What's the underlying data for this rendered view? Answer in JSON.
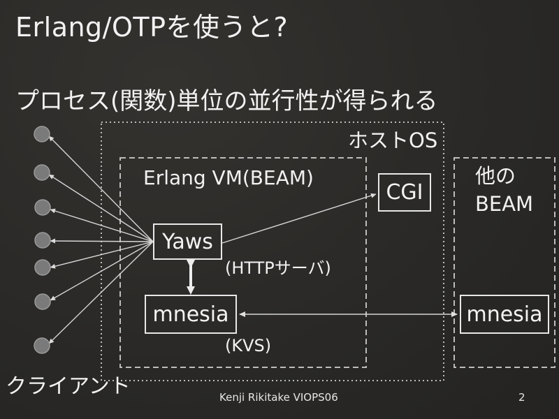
{
  "slide": {
    "title": "Erlang/OTPを使うと?",
    "subtitle": "プロセス(関数)単位の並行性が得られる",
    "footer": "Kenji Rikitake VIOPS06",
    "page_number": "2"
  },
  "diagram": {
    "host_os_label": "ホストOS",
    "erlang_vm_label": "Erlang VM(BEAM)",
    "other_beam_label_line1": "他の",
    "other_beam_label_line2": "BEAM",
    "cgi_label": "CGI",
    "yaws_label": "Yaws",
    "http_server_label": "(HTTPサーバ)",
    "mnesia_label": "mnesia",
    "kvs_label": "(KVS)",
    "remote_mnesia_label": "mnesia",
    "client_label": "クライアント",
    "client_count": 7
  },
  "colors": {
    "background": "#2b2a28",
    "text": "#f2f2f2",
    "dashed_border": "#bdbdbd",
    "client_circle": "#7a7a7a"
  }
}
